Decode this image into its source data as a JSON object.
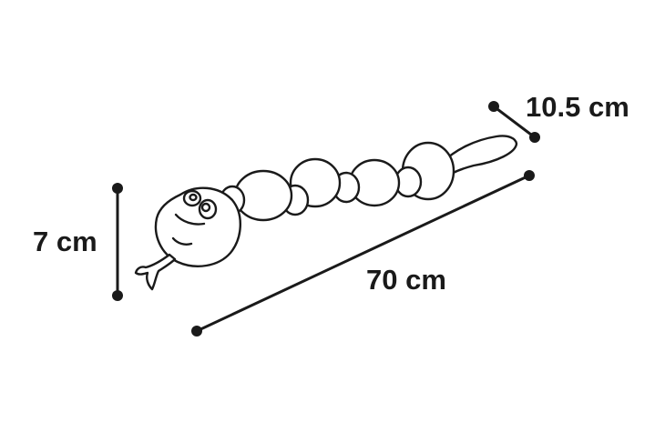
{
  "dimensions": {
    "height_label": "7 cm",
    "length_label": "70 cm",
    "width_label": "10.5 cm"
  },
  "colors": {
    "ink": "#1a1a1a",
    "background": "#ffffff"
  },
  "icons": {
    "product": "snake-plush-toy-icon"
  }
}
